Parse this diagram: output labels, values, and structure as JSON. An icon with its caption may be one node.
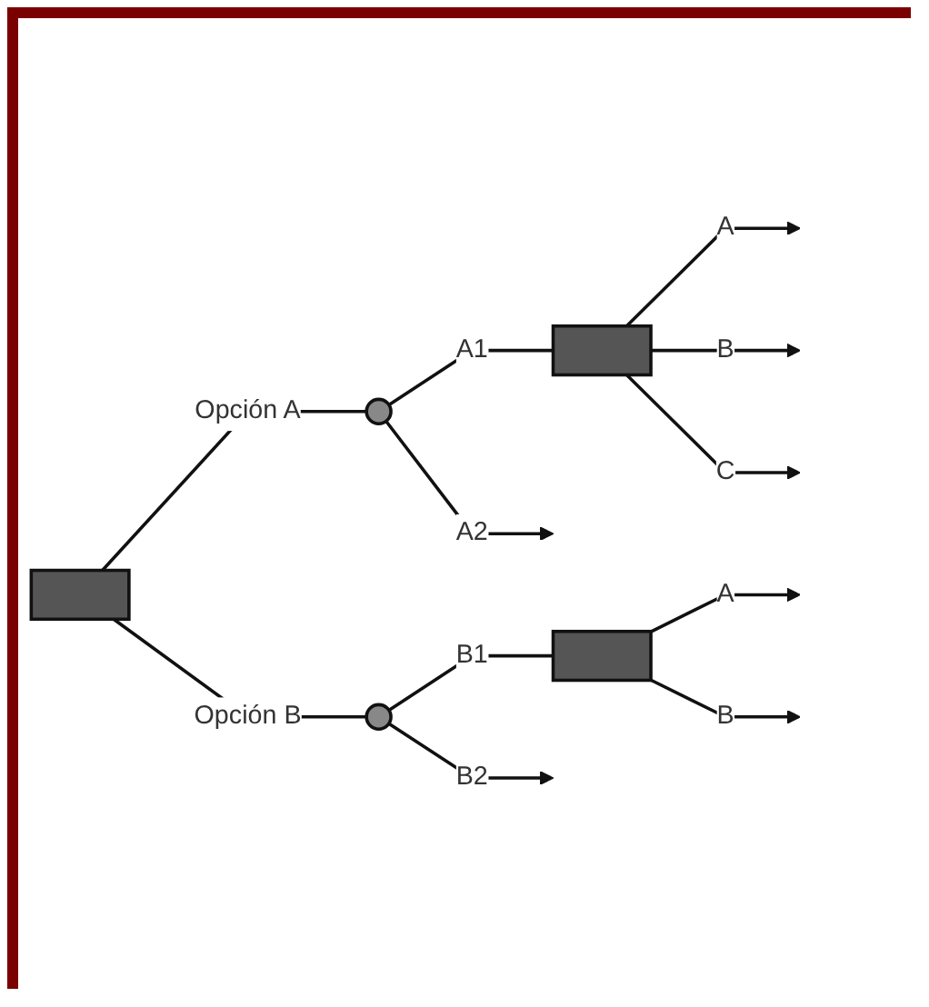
{
  "diagram": {
    "nodes": [
      {
        "text": [],
        "shape": "box"
      },
      {
        "text": [],
        "shape": "circle"
      },
      {
        "text": [],
        "shape": "box"
      },
      {
        "text": [],
        "shape": "circle"
      },
      {
        "text": [],
        "shape": "box"
      }
    ],
    "edges": [
      {
        "from": 0,
        "to": 1,
        "arrow": "none",
        "label": "Opción A"
      },
      {
        "from": 0,
        "to": 3,
        "arrow": "none",
        "label": "Opción B"
      },
      {
        "from": 1,
        "to": 2,
        "arrow": "none",
        "label": "A1"
      },
      {
        "from": 1,
        "to": null,
        "arrow": "to",
        "label": "A2"
      },
      {
        "from": 2,
        "to": null,
        "arrow": "to",
        "label": "A"
      },
      {
        "from": 2,
        "to": null,
        "arrow": "to",
        "label": "B"
      },
      {
        "from": 2,
        "to": null,
        "arrow": "to",
        "label": "C"
      },
      {
        "from": 3,
        "to": 4,
        "arrow": "none",
        "label": "B1"
      },
      {
        "from": 3,
        "to": null,
        "arrow": "to",
        "label": "B2"
      },
      {
        "from": 4,
        "to": null,
        "arrow": "to",
        "label": "A"
      },
      {
        "from": 4,
        "to": null,
        "arrow": "to",
        "label": "B"
      }
    ]
  }
}
